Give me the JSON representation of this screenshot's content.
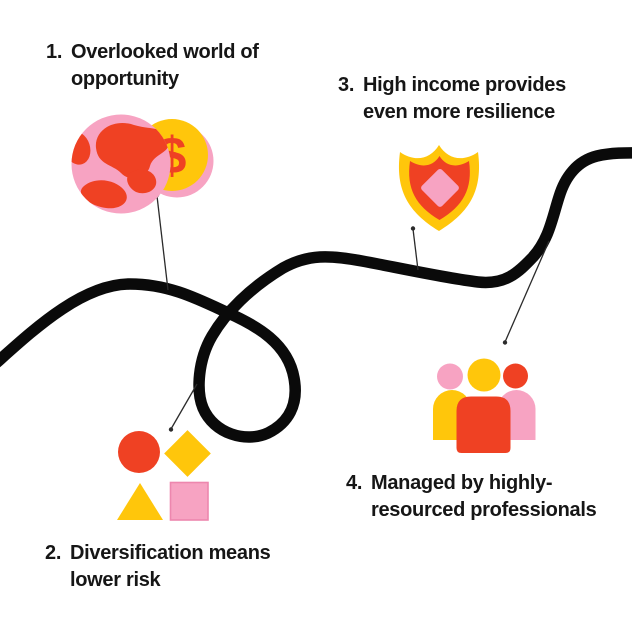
{
  "figure": {
    "type": "journey-infographic",
    "background": "#FFFFFF",
    "steps": [
      {
        "number": "1.",
        "line1": "Overlooked world of",
        "line2": "opportunity",
        "icon": "globe-with-coin"
      },
      {
        "number": "2.",
        "line1": "Diversification means",
        "line2": "lower risk",
        "icon": "diversified-shapes"
      },
      {
        "number": "3.",
        "line1": "High income provides",
        "line2": "even more resilience",
        "icon": "shield"
      },
      {
        "number": "4.",
        "line1": "Managed by highly-",
        "line2": "resourced professionals",
        "icon": "people-group"
      }
    ],
    "coin_symbol": "$",
    "colors": {
      "pink": "#F7A3C2",
      "pink-border": "#ED87AE",
      "red": "#EF4123",
      "yellow": "#FFC60B",
      "ink": "#0A0A0A",
      "text": "#161616",
      "connector": "#2b2b2b",
      "bg": "#FFFFFF"
    }
  }
}
